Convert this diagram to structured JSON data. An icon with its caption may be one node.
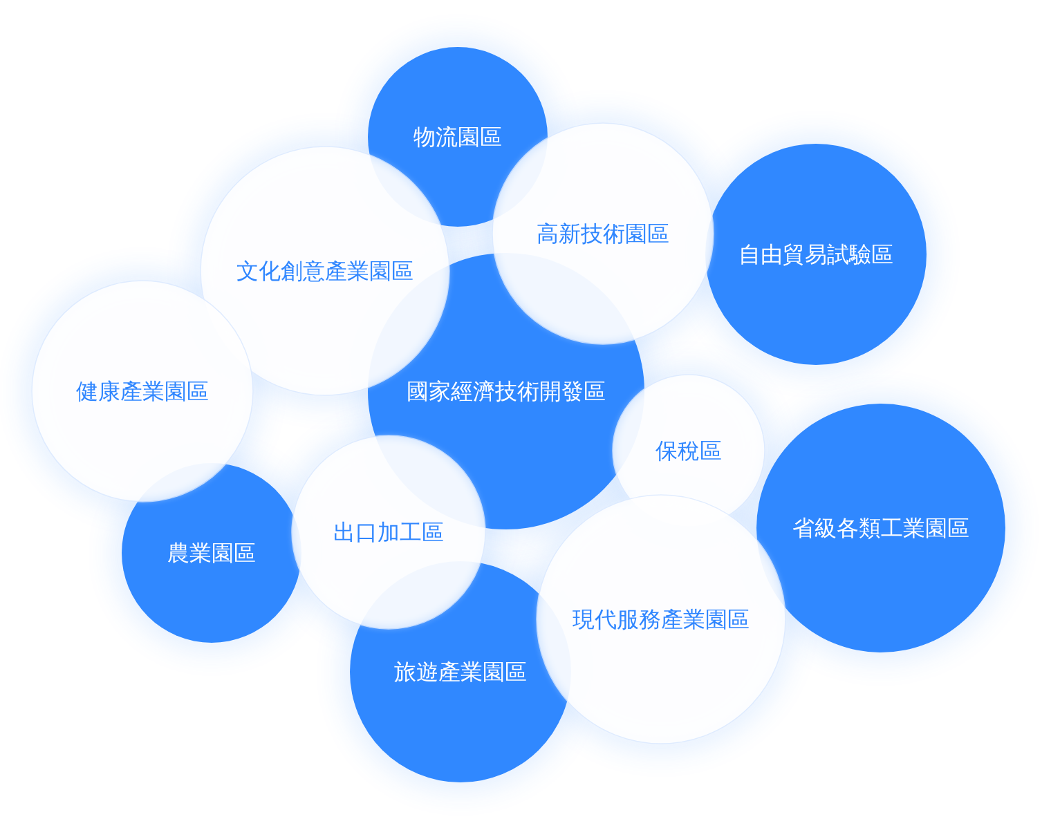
{
  "diagram": {
    "nodes": [
      {
        "text": [
          "物流園區"
        ]
      },
      {
        "text": [
          "高新技術園區"
        ]
      },
      {
        "text": [
          "自由貿易試驗區"
        ]
      },
      {
        "text": [
          "文化創意產業園區"
        ]
      },
      {
        "text": [
          "健康產業園區"
        ]
      },
      {
        "text": [
          "國家經濟技術開發區"
        ]
      },
      {
        "text": [
          "保稅區"
        ]
      },
      {
        "text": [
          "省級各類工業園區"
        ]
      },
      {
        "text": [
          "出口加工區"
        ]
      },
      {
        "text": [
          "農業園區"
        ]
      },
      {
        "text": [
          "現代服務產業園區"
        ]
      },
      {
        "text": [
          "旅遊產業園區"
        ]
      }
    ]
  }
}
